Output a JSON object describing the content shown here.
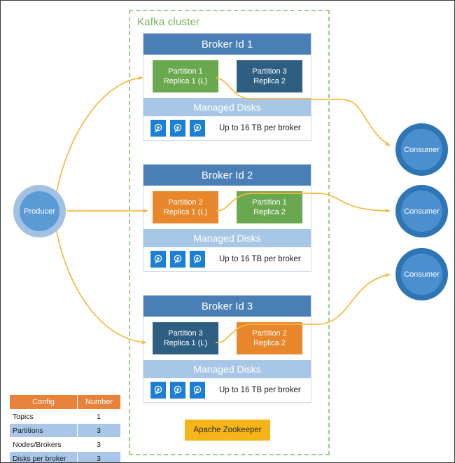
{
  "cluster": {
    "label": "Kafka cluster",
    "border_color": "#9ecb8a",
    "label_color": "#7ab259"
  },
  "producer": {
    "label": "Producer",
    "ring_color": "#a3c2e3",
    "inner_color": "#5b9bd5"
  },
  "consumers": [
    {
      "label": "Consumer"
    },
    {
      "label": "Consumer"
    },
    {
      "label": "Consumer"
    }
  ],
  "consumer_style": {
    "ring_color": "#2e75b6",
    "inner_color": "#4a90ce"
  },
  "disks_section": {
    "title": "Managed Disks",
    "capacity": "Up to 16 TB per broker",
    "disk_count": 3,
    "icon": "hard-disk-icon",
    "header_color": "#a8c6e6",
    "icon_color": "#1b7fd4"
  },
  "brokers": [
    {
      "title": "Broker Id 1",
      "partitions": [
        {
          "line1": "Partition 1",
          "line2": "Replica 1 (L)",
          "color": "#6aa84f"
        },
        {
          "line1": "Partition 3",
          "line2": "Replica 2",
          "color": "#2e5f82"
        }
      ]
    },
    {
      "title": "Broker Id 2",
      "partitions": [
        {
          "line1": "Partition 2",
          "line2": "Replica 1 (L)",
          "color": "#e8862c"
        },
        {
          "line1": "Partition 1",
          "line2": "Replica 2",
          "color": "#6aa84f"
        }
      ]
    },
    {
      "title": "Broker Id 3",
      "partitions": [
        {
          "line1": "Partition 3",
          "line2": "Replica 1 (L)",
          "color": "#2e5f82"
        },
        {
          "line1": "Partition 2",
          "line2": "Replica 2",
          "color": "#e8862c"
        }
      ]
    }
  ],
  "zookeeper": {
    "label": "Apache Zookeeper",
    "color": "#f5b417"
  },
  "config_table": {
    "headers": [
      "Config",
      "Number"
    ],
    "rows": [
      {
        "name": "Topics",
        "value": "1"
      },
      {
        "name": "Partitions",
        "value": "3"
      },
      {
        "name": "Nodes/Brokers",
        "value": "3"
      },
      {
        "name": "Disks per broker",
        "value": "3"
      }
    ],
    "header_color": "#e8813a",
    "alt_row_color": "#a9c6e8"
  },
  "arrow_color": "#f5b942"
}
